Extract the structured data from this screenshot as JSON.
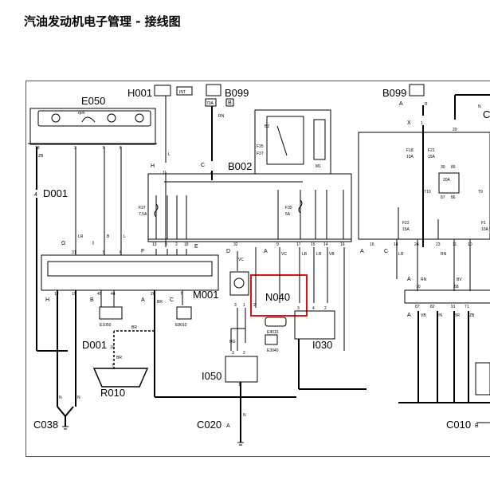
{
  "title": "汽油发动机电子管理 - 接线图",
  "components": {
    "e050": "E050",
    "h001": "H001",
    "int": "INT",
    "b099_left": "B099",
    "b099_right": "B099",
    "b002": "B002",
    "d001_left": "D001",
    "d001_mid": "D001",
    "m001": "M001",
    "n040": "N040",
    "e1050": "E1050",
    "e8010": "E8010",
    "e4010": "E4010",
    "e3040": "E3040",
    "i030": "I030",
    "i050": "I050",
    "r010": "R010",
    "c038": "C038",
    "c020": "C020",
    "c010": "C010",
    "c_right": "C",
    "m1": "M1",
    "b2": "B2",
    "f35": "F35",
    "f37": "F37",
    "rpm": "rpm"
  },
  "fuses": {
    "f37": "F37",
    "f37_rating": "7,5A",
    "f35": "F35",
    "f35_rating": "5A",
    "f18": "F18",
    "f18_rating": "10A",
    "f21": "F21",
    "f21_rating": "15A",
    "f22": "F22",
    "f22_rating": "15A",
    "f1": "F1",
    "f1_rating": "10A",
    "b099_rating": "70A",
    "relay": "20A",
    "t10": "T10",
    "t9": "T9"
  },
  "connectors": {
    "A": "A",
    "B": "B",
    "C": "C",
    "D": "D",
    "E": "E",
    "F": "F",
    "G": "G",
    "H": "H",
    "I": "I",
    "X": "X",
    "n4": "4",
    "n7": "7",
    "n10": "10"
  },
  "wires": {
    "zb": "ZB",
    "l": "L",
    "rn": "RN",
    "lr": "LR",
    "b": "B",
    "br": "BR",
    "vc": "VC",
    "lb": "LB",
    "vb": "VB",
    "hg": "HG",
    "n": "N",
    "r": "R",
    "bv": "BV",
    "vn": "VN",
    "a": "A",
    "x": "X"
  },
  "pins": {
    "e050": [
      "18",
      "3",
      "5",
      "6"
    ],
    "h001": "11",
    "b099": "A",
    "b002_top": [
      "13",
      "9",
      "2",
      "18",
      "9",
      "17",
      "15",
      "14",
      "16"
    ],
    "b002_left": "32",
    "m001_top": [
      "31",
      "5",
      "6",
      "13",
      "9",
      "2",
      "18"
    ],
    "m001_bottom": [
      "10",
      "19",
      "45",
      "44",
      "7",
      "26",
      "8"
    ],
    "n040": [
      "3",
      "1",
      "2"
    ],
    "i030": [
      "3",
      "4",
      "2",
      "1"
    ],
    "i050": [
      "3",
      "2",
      "1"
    ],
    "right_top": [
      "1",
      "29"
    ],
    "right_mid": [
      "30",
      "85",
      "87",
      "86"
    ],
    "right_bottom": [
      "16",
      "18",
      "24",
      "23",
      "11",
      "10"
    ],
    "right_row": [
      "70",
      "68"
    ],
    "right_low": [
      "87",
      "82",
      "91",
      "71"
    ]
  }
}
